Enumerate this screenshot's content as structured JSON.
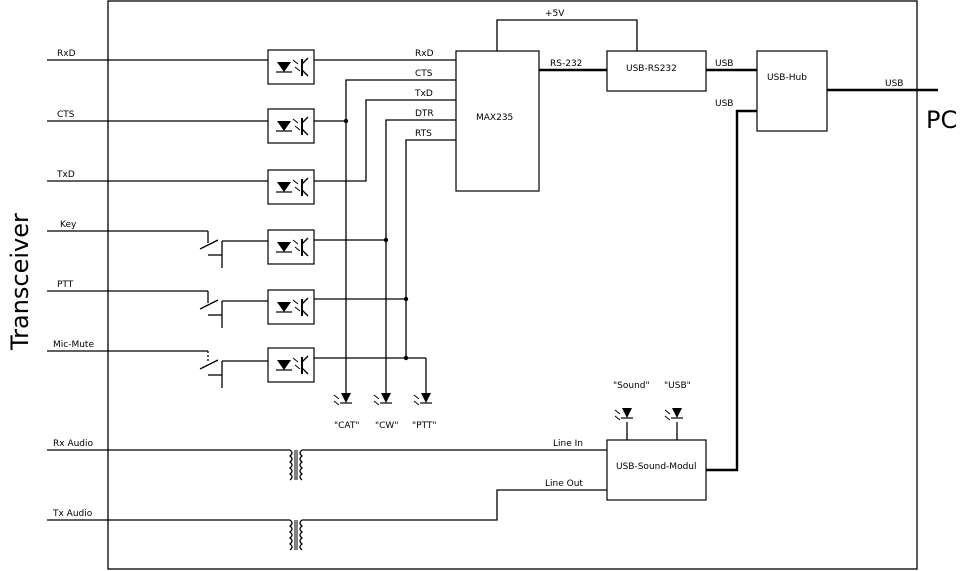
{
  "side_labels": {
    "left": "Transceiver",
    "right": "PC"
  },
  "inputs": {
    "rxd": "RxD",
    "cts": "CTS",
    "txd": "TxD",
    "key": "Key",
    "ptt": "PTT",
    "mic_mute": "Mic-Mute",
    "rx_audio": "Rx Audio",
    "tx_audio": "Tx Audio"
  },
  "max_pins": {
    "rxd": "RxD",
    "cts": "CTS",
    "txd": "TxD",
    "dtr": "DTR",
    "rts": "RTS"
  },
  "blocks": {
    "max235": "MAX235",
    "usb_rs232": "USB-RS232",
    "usb_hub": "USB-Hub",
    "sound_module": "USB-Sound-Modul"
  },
  "wire_labels": {
    "plus5v": "+5V",
    "rs232": "RS-232",
    "usb1": "USB",
    "usb2": "USB",
    "usb_pc": "USB",
    "line_in": "Line In",
    "line_out": "Line Out"
  },
  "leds": {
    "cat": "\"CAT\"",
    "cw": "\"CW\"",
    "ptt": "\"PTT\"",
    "sound": "\"Sound\"",
    "usb": "\"USB\""
  }
}
